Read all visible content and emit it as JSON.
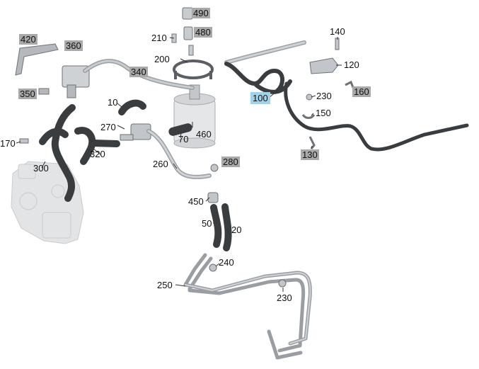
{
  "diagram": {
    "part_labels": [
      {
        "id": "10",
        "text": "10",
        "style": "plain"
      },
      {
        "id": "20",
        "text": "20",
        "style": "plain"
      },
      {
        "id": "50",
        "text": "50",
        "style": "plain"
      },
      {
        "id": "70",
        "text": "70",
        "style": "plain"
      },
      {
        "id": "100",
        "text": "100",
        "style": "highlight"
      },
      {
        "id": "120",
        "text": "120",
        "style": "plain"
      },
      {
        "id": "130",
        "text": "130",
        "style": "boxed"
      },
      {
        "id": "140",
        "text": "140",
        "style": "plain"
      },
      {
        "id": "150",
        "text": "150",
        "style": "plain"
      },
      {
        "id": "160",
        "text": "160",
        "style": "boxed"
      },
      {
        "id": "170",
        "text": "170",
        "style": "plain"
      },
      {
        "id": "200",
        "text": "200",
        "style": "plain"
      },
      {
        "id": "210",
        "text": "210",
        "style": "plain"
      },
      {
        "id": "230a",
        "text": "230",
        "style": "plain"
      },
      {
        "id": "230b",
        "text": "230",
        "style": "plain"
      },
      {
        "id": "240",
        "text": "240",
        "style": "plain"
      },
      {
        "id": "250",
        "text": "250",
        "style": "plain"
      },
      {
        "id": "260",
        "text": "260",
        "style": "plain"
      },
      {
        "id": "270",
        "text": "270",
        "style": "plain"
      },
      {
        "id": "280",
        "text": "280",
        "style": "boxed"
      },
      {
        "id": "300",
        "text": "300",
        "style": "plain"
      },
      {
        "id": "320",
        "text": "320",
        "style": "plain"
      },
      {
        "id": "340",
        "text": "340",
        "style": "boxed"
      },
      {
        "id": "350",
        "text": "350",
        "style": "boxed"
      },
      {
        "id": "360",
        "text": "360",
        "style": "boxed"
      },
      {
        "id": "420",
        "text": "420",
        "style": "boxed"
      },
      {
        "id": "450",
        "text": "450",
        "style": "plain"
      },
      {
        "id": "460",
        "text": "460",
        "style": "plain"
      },
      {
        "id": "480",
        "text": "480",
        "style": "boxed"
      },
      {
        "id": "490",
        "text": "490",
        "style": "boxed"
      }
    ],
    "colors": {
      "hose": "#3a3d40",
      "hose_edge": "#1c1e20",
      "pipe": "#b9bcc0",
      "pipe_edge": "#7d8186",
      "pump_body": "#e3e4e6",
      "pump_edge": "#c7c9cc",
      "box_label_bg": "#a9a9a9",
      "highlight_label_bg": "#9fd3ea"
    }
  }
}
